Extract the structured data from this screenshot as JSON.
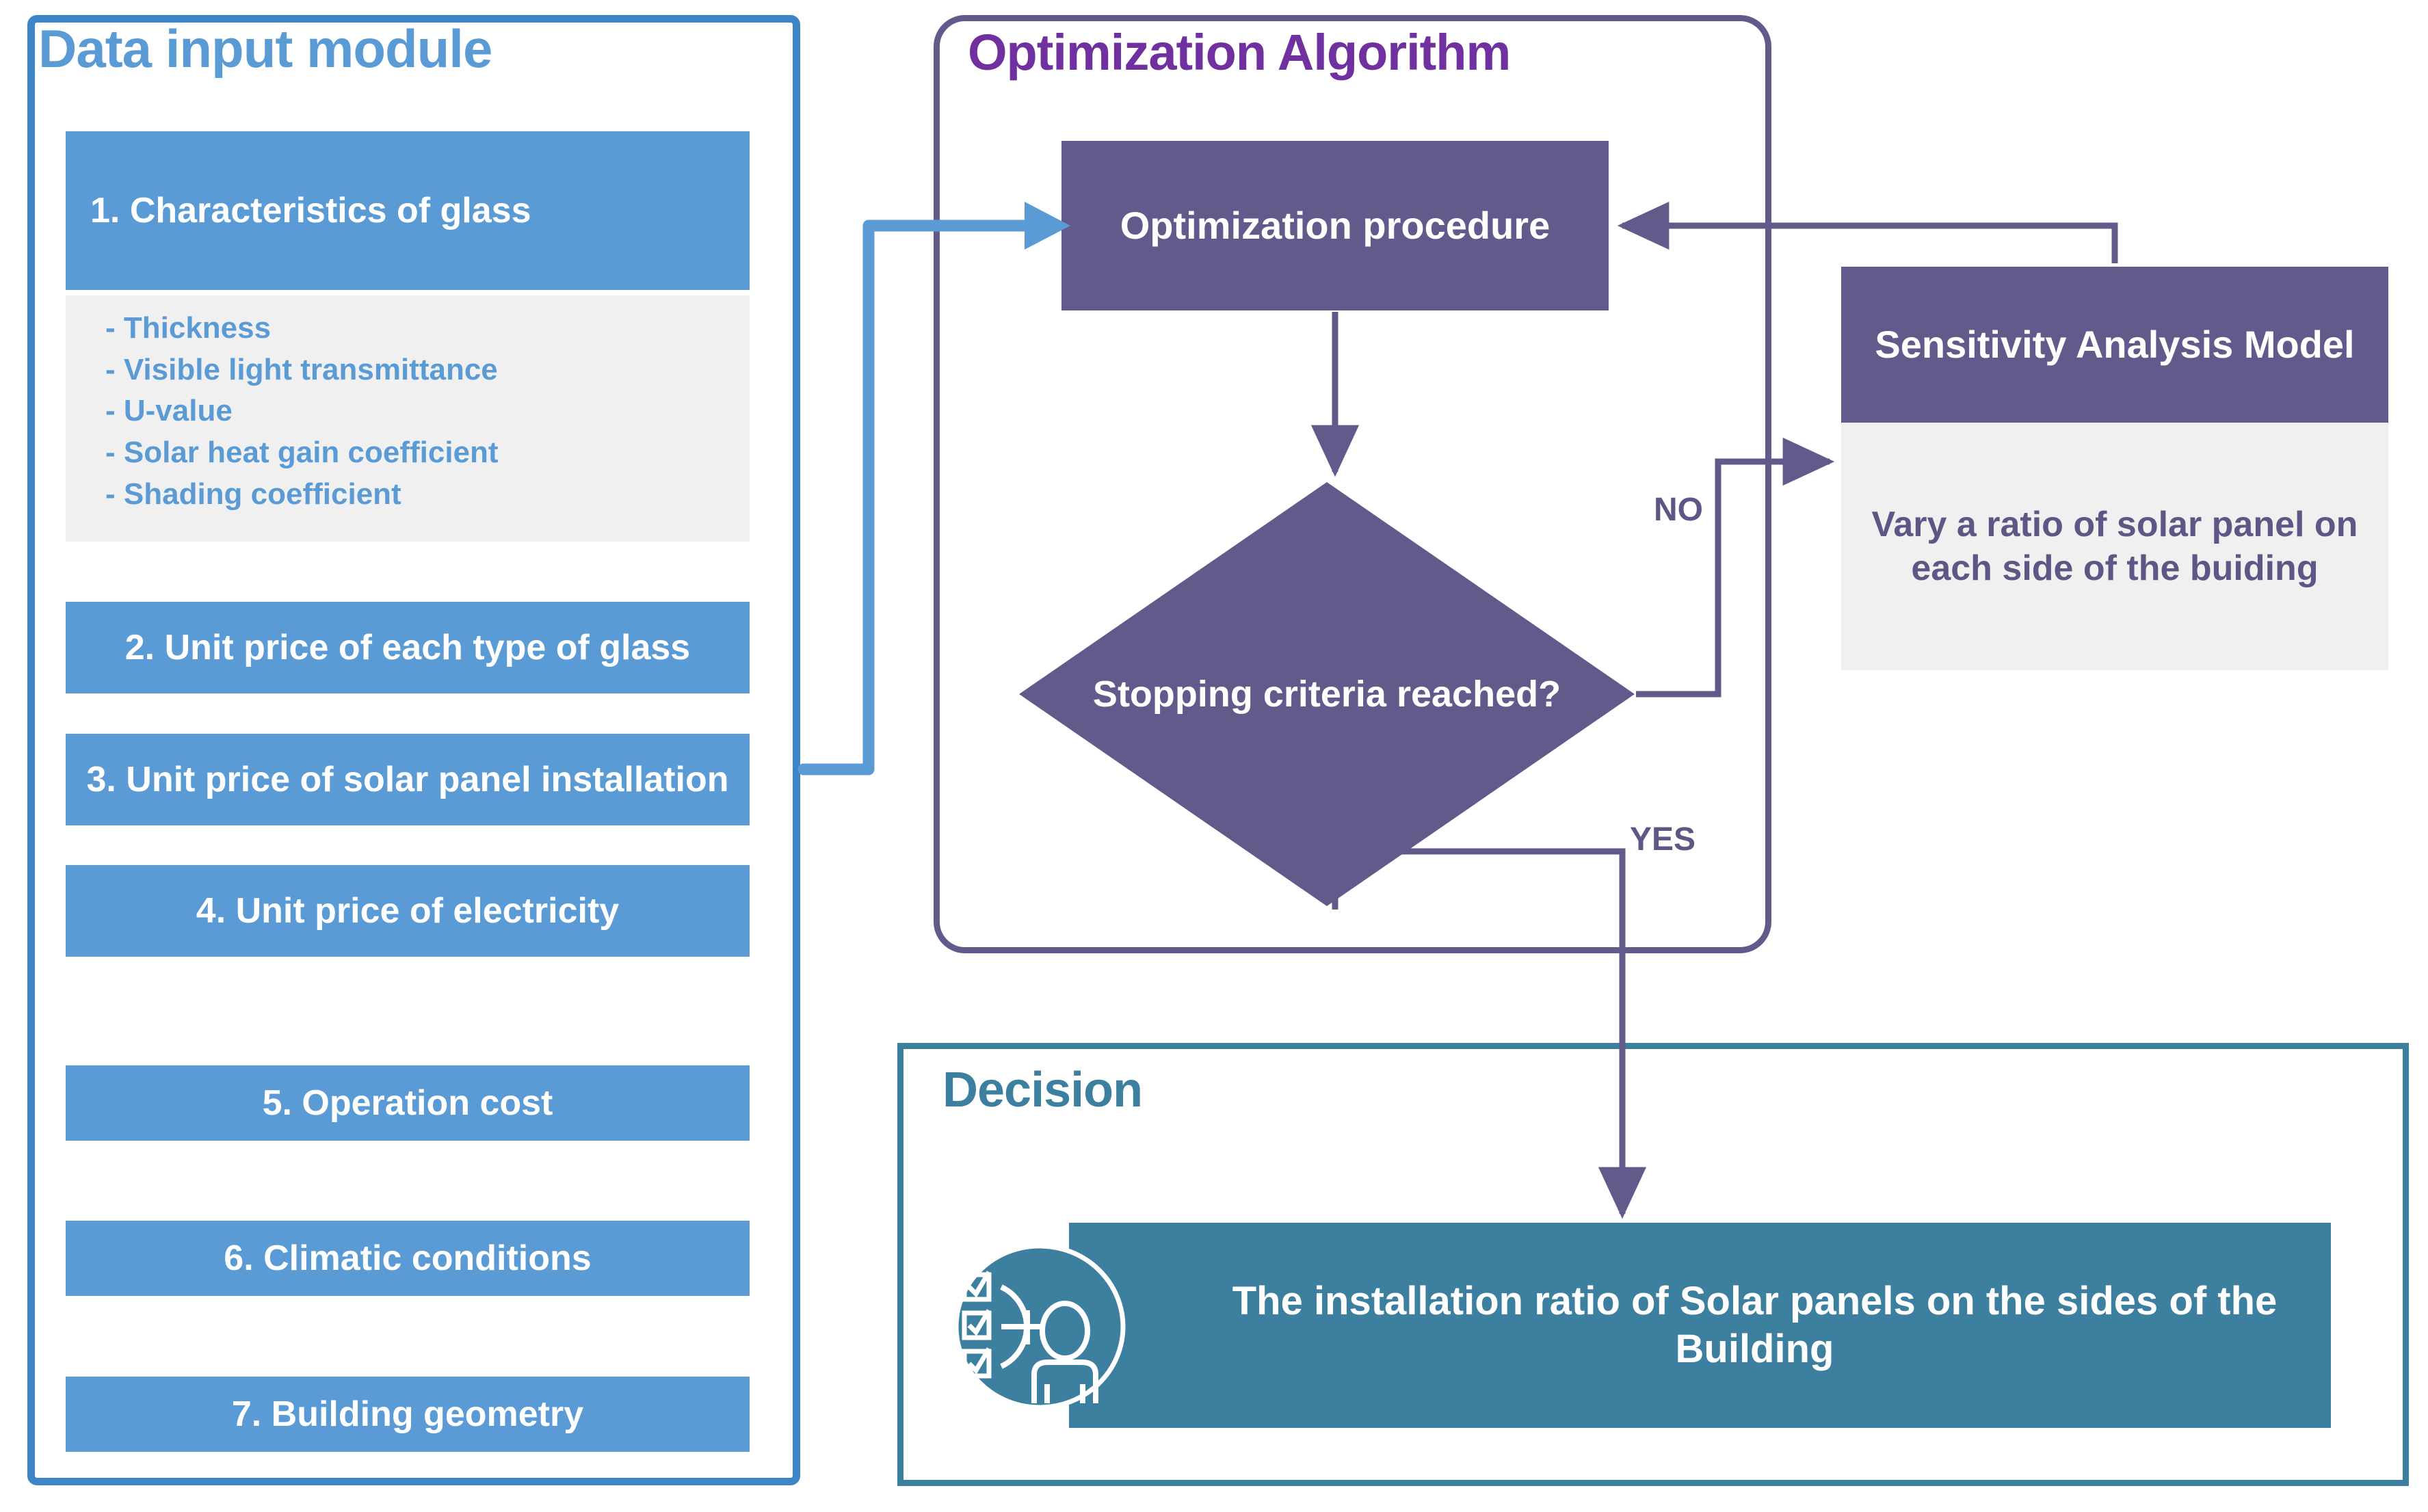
{
  "colors": {
    "blue": "#5B9BD5",
    "blue_border": "#3D85C6",
    "purple": "#635A8C",
    "purple_title": "#7030A0",
    "teal": "#3D7F9E",
    "light_gray": "#F0F0F0"
  },
  "data_input": {
    "title": "Data input module",
    "items": [
      {
        "label": "1. Characteristics of glass"
      },
      {
        "label": "2. Unit price of each type of glass"
      },
      {
        "label": "3. Unit price of solar panel installation"
      },
      {
        "label": "4. Unit price of electricity"
      },
      {
        "label": "5. Operation cost"
      },
      {
        "label": "6. Climatic conditions"
      },
      {
        "label": "7. Building geometry"
      }
    ],
    "glass_properties": [
      "- Thickness",
      "- Visible light transmittance",
      "- U-value",
      "- Solar heat gain coefficient",
      "- Shading coefficient"
    ]
  },
  "optimization": {
    "title": "Optimization Algorithm",
    "procedure_label": "Optimization procedure",
    "decision_node_label": "Stopping criteria reached?",
    "edge_no": "NO",
    "edge_yes": "YES"
  },
  "sensitivity": {
    "header": "Sensitivity Analysis Model",
    "body": "Vary a ratio of solar panel on each side of the buiding"
  },
  "decision": {
    "title": "Decision",
    "result": "The installation ratio of Solar panels on the sides of the Building",
    "icon": "checklist-person-icon"
  }
}
